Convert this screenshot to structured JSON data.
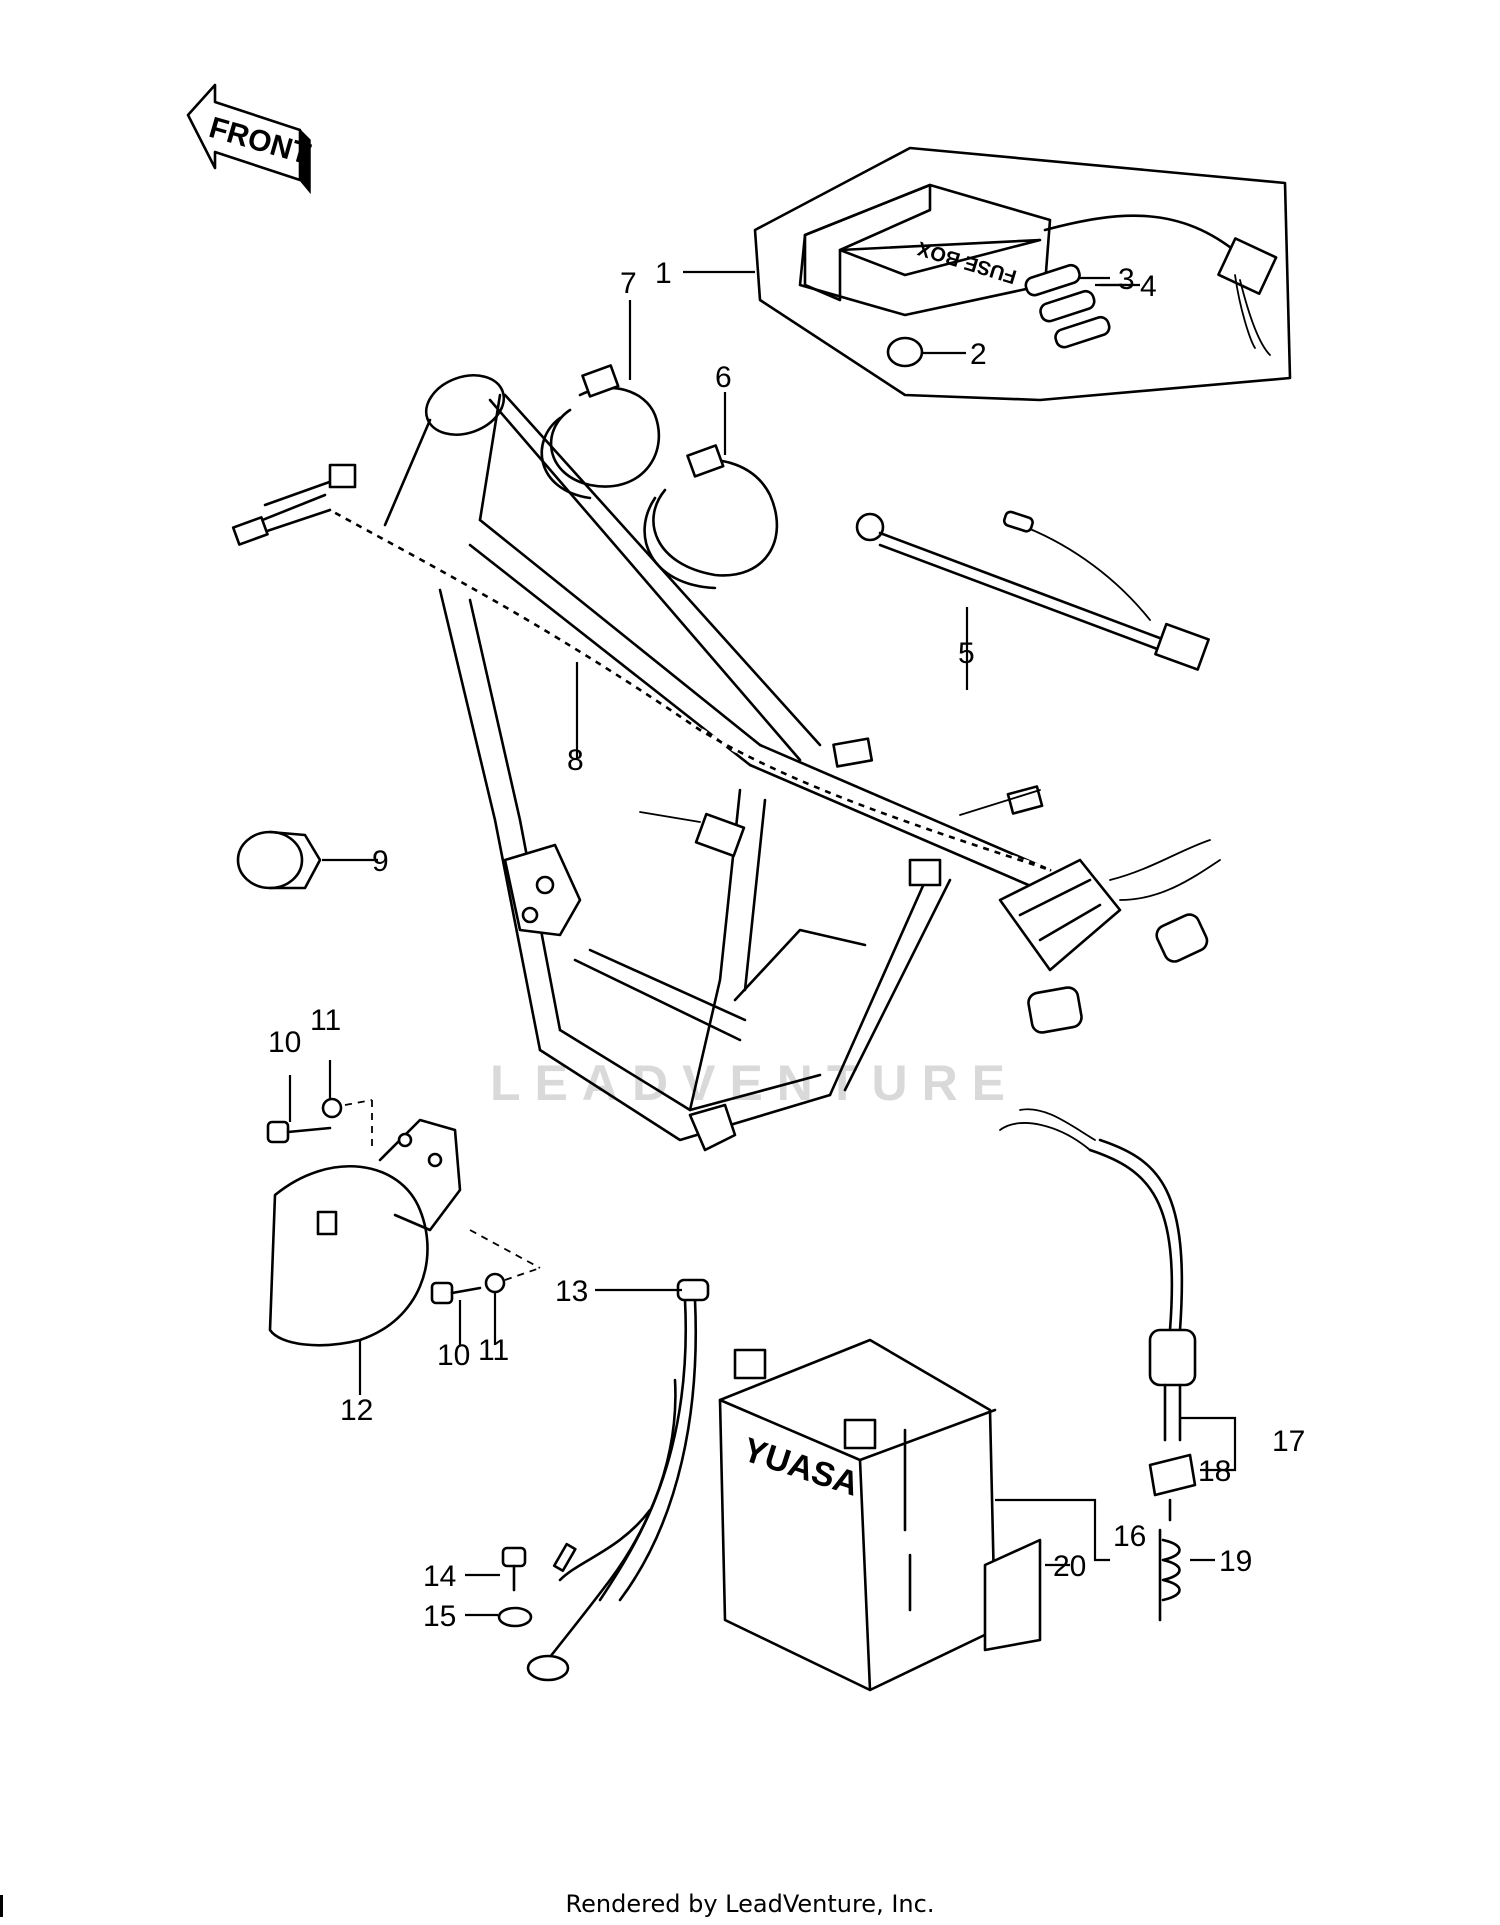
{
  "orientation": {
    "label": "FRONT"
  },
  "fuse_box": {
    "label": "FUSE BOX"
  },
  "battery": {
    "brand": "YUASA"
  },
  "watermark": "LEADVENTURE",
  "callouts": {
    "c1": "1",
    "c2": "2",
    "c3": "3",
    "c4": "4",
    "c5": "5",
    "c6": "6",
    "c7": "7",
    "c8": "8",
    "c9": "9",
    "c10a": "10",
    "c10b": "10",
    "c11a": "11",
    "c11b": "11",
    "c12": "12",
    "c13": "13",
    "c14": "14",
    "c15": "15",
    "c16": "16",
    "c17": "17",
    "c18": "18",
    "c19": "19",
    "c20": "20"
  },
  "footer": {
    "credit": "Rendered by LeadVenture, Inc."
  },
  "colors": {
    "ink": "#000000",
    "paper": "#ffffff",
    "watermark": "#d9d9d9"
  }
}
